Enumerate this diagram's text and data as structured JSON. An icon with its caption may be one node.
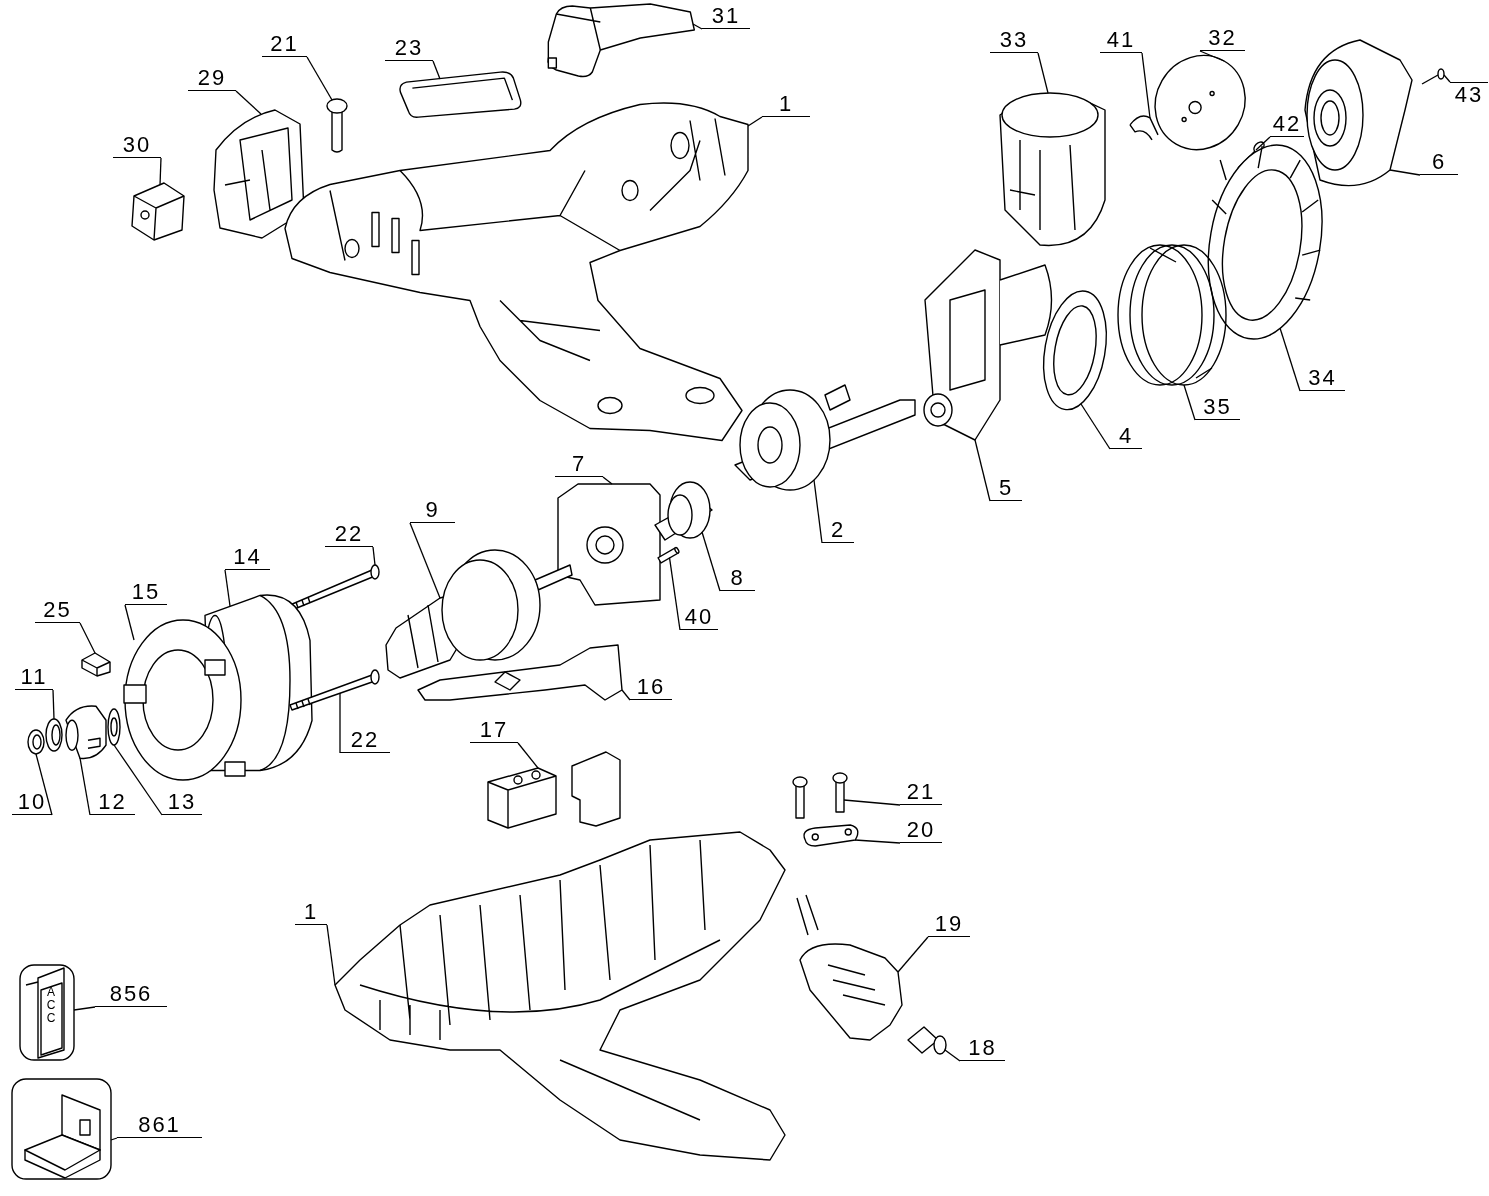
{
  "diagram": {
    "nodes": [
      {
        "text": [
          "23"
        ]
      },
      {
        "text": [],
        "shape": "picture"
      },
      {
        "text": [
          "31"
        ]
      },
      {
        "text": [],
        "shape": "picture"
      },
      {
        "text": [
          "21"
        ]
      },
      {
        "text": [],
        "shape": "picture"
      },
      {
        "text": [
          "29"
        ]
      },
      {
        "text": [],
        "shape": "picture"
      },
      {
        "text": [
          "30"
        ]
      },
      {
        "text": [],
        "shape": "picture"
      },
      {
        "text": [
          "1"
        ]
      },
      {
        "text": [],
        "shape": "picture"
      },
      {
        "text": [
          "33"
        ]
      },
      {
        "text": [],
        "shape": "picture"
      },
      {
        "text": [
          "41"
        ]
      },
      {
        "text": [],
        "shape": "picture"
      },
      {
        "text": [
          "32"
        ]
      },
      {
        "text": [],
        "shape": "picture"
      },
      {
        "text": [
          "43"
        ]
      },
      {
        "text": [],
        "shape": "picture"
      },
      {
        "text": [
          "42"
        ]
      },
      {
        "text": [],
        "shape": "picture"
      },
      {
        "text": [
          "6"
        ]
      },
      {
        "text": [],
        "shape": "picture"
      },
      {
        "text": [
          "34"
        ]
      },
      {
        "text": [],
        "shape": "picture"
      },
      {
        "text": [
          "35"
        ]
      },
      {
        "text": [],
        "shape": "picture"
      },
      {
        "text": [
          "4"
        ]
      },
      {
        "text": [],
        "shape": "picture"
      },
      {
        "text": [
          "5"
        ]
      },
      {
        "text": [],
        "shape": "picture"
      },
      {
        "text": [
          "2"
        ]
      },
      {
        "text": [],
        "shape": "picture"
      },
      {
        "text": [
          "7"
        ]
      },
      {
        "text": [],
        "shape": "picture"
      },
      {
        "text": [
          "8"
        ]
      },
      {
        "text": [],
        "shape": "picture"
      },
      {
        "text": [
          "40"
        ]
      },
      {
        "text": [],
        "shape": "picture"
      },
      {
        "text": [
          "9"
        ]
      },
      {
        "text": [],
        "shape": "picture"
      },
      {
        "text": [
          "22"
        ]
      },
      {
        "text": [],
        "shape": "picture"
      },
      {
        "text": [
          "14"
        ]
      },
      {
        "text": [],
        "shape": "picture"
      },
      {
        "text": [
          "15"
        ]
      },
      {
        "text": [],
        "shape": "picture"
      },
      {
        "text": [
          "25"
        ]
      },
      {
        "text": [],
        "shape": "picture"
      },
      {
        "text": [
          "11"
        ]
      },
      {
        "text": [],
        "shape": "picture"
      },
      {
        "text": [
          "22"
        ]
      },
      {
        "text": [],
        "shape": "picture"
      },
      {
        "text": [
          "10"
        ]
      },
      {
        "text": [],
        "shape": "picture"
      },
      {
        "text": [
          "12"
        ]
      },
      {
        "text": [],
        "shape": "picture"
      },
      {
        "text": [
          "13"
        ]
      },
      {
        "text": [],
        "shape": "picture"
      },
      {
        "text": [
          "16"
        ]
      },
      {
        "text": [],
        "shape": "picture"
      },
      {
        "text": [
          "17"
        ]
      },
      {
        "text": [],
        "shape": "picture"
      },
      {
        "text": [
          "21"
        ]
      },
      {
        "text": [],
        "shape": "picture"
      },
      {
        "text": [
          "20"
        ]
      },
      {
        "text": [],
        "shape": "picture"
      },
      {
        "text": [
          "19"
        ]
      },
      {
        "text": [],
        "shape": "picture"
      },
      {
        "text": [
          "18"
        ]
      },
      {
        "text": [],
        "shape": "picture"
      },
      {
        "text": [
          "1"
        ]
      },
      {
        "text": [],
        "shape": "picture"
      },
      {
        "text": [
          "856"
        ]
      },
      {
        "text": [],
        "shape": "picture"
      },
      {
        "text": [
          "861"
        ]
      },
      {
        "text": [],
        "shape": "picture"
      }
    ],
    "edges": [
      {
        "from": 0,
        "to": 1,
        "arrow": "none"
      },
      {
        "from": 2,
        "to": 3,
        "arrow": "none"
      },
      {
        "from": 4,
        "to": 5,
        "arrow": "none"
      },
      {
        "from": 6,
        "to": 7,
        "arrow": "none"
      },
      {
        "from": 8,
        "to": 9,
        "arrow": "none"
      },
      {
        "from": 10,
        "to": 11,
        "arrow": "none"
      },
      {
        "from": 12,
        "to": 13,
        "arrow": "none"
      },
      {
        "from": 14,
        "to": 15,
        "arrow": "none"
      },
      {
        "from": 16,
        "to": 17,
        "arrow": "none"
      },
      {
        "from": 18,
        "to": 19,
        "arrow": "none"
      },
      {
        "from": 20,
        "to": 21,
        "arrow": "none"
      },
      {
        "from": 22,
        "to": 23,
        "arrow": "none"
      },
      {
        "from": 24,
        "to": 25,
        "arrow": "none"
      },
      {
        "from": 26,
        "to": 27,
        "arrow": "none"
      },
      {
        "from": 28,
        "to": 29,
        "arrow": "none"
      },
      {
        "from": 30,
        "to": 31,
        "arrow": "none"
      },
      {
        "from": 32,
        "to": 33,
        "arrow": "none"
      },
      {
        "from": 34,
        "to": 35,
        "arrow": "none"
      },
      {
        "from": 36,
        "to": 37,
        "arrow": "none"
      },
      {
        "from": 38,
        "to": 39,
        "arrow": "none"
      },
      {
        "from": 40,
        "to": 41,
        "arrow": "none"
      },
      {
        "from": 42,
        "to": 43,
        "arrow": "none"
      },
      {
        "from": 44,
        "to": 45,
        "arrow": "none"
      },
      {
        "from": 46,
        "to": 47,
        "arrow": "none"
      },
      {
        "from": 48,
        "to": 49,
        "arrow": "none"
      },
      {
        "from": 50,
        "to": 51,
        "arrow": "none"
      },
      {
        "from": 52,
        "to": 53,
        "arrow": "none"
      },
      {
        "from": 54,
        "to": 55,
        "arrow": "none"
      },
      {
        "from": 56,
        "to": 57,
        "arrow": "none"
      },
      {
        "from": 58,
        "to": 59,
        "arrow": "none"
      },
      {
        "from": 60,
        "to": 61,
        "arrow": "none"
      },
      {
        "from": 62,
        "to": 63,
        "arrow": "none"
      },
      {
        "from": 64,
        "to": 65,
        "arrow": "none"
      },
      {
        "from": 66,
        "to": 67,
        "arrow": "none"
      },
      {
        "from": 68,
        "to": 69,
        "arrow": "none"
      },
      {
        "from": 70,
        "to": 71,
        "arrow": "none"
      },
      {
        "from": 72,
        "to": 73,
        "arrow": "none"
      },
      {
        "from": 74,
        "to": 75,
        "arrow": "none"
      },
      {
        "from": 76,
        "to": 77,
        "arrow": "none"
      }
    ],
    "labels": [
      "ACC"
    ]
  }
}
